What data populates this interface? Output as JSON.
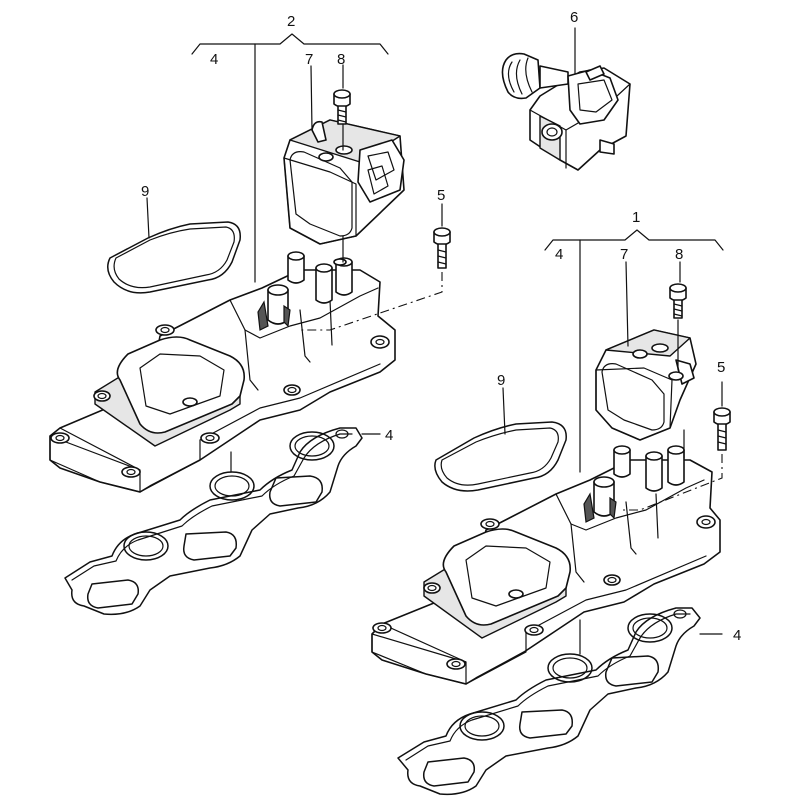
{
  "labels": {
    "assy_top_left": "2",
    "assy_right": "1",
    "actuator": "6",
    "tl_manifold": "4",
    "tl_flap_unit": "7",
    "tl_bolt_top": "8",
    "tl_gasket_small": "9",
    "tl_bolt_side": "5",
    "tl_gasket_large": "4",
    "r_manifold": "4",
    "r_flap_unit": "7",
    "r_bolt_top": "8",
    "r_gasket_small": "9",
    "r_bolt_side": "5",
    "r_gasket_large": "4"
  }
}
